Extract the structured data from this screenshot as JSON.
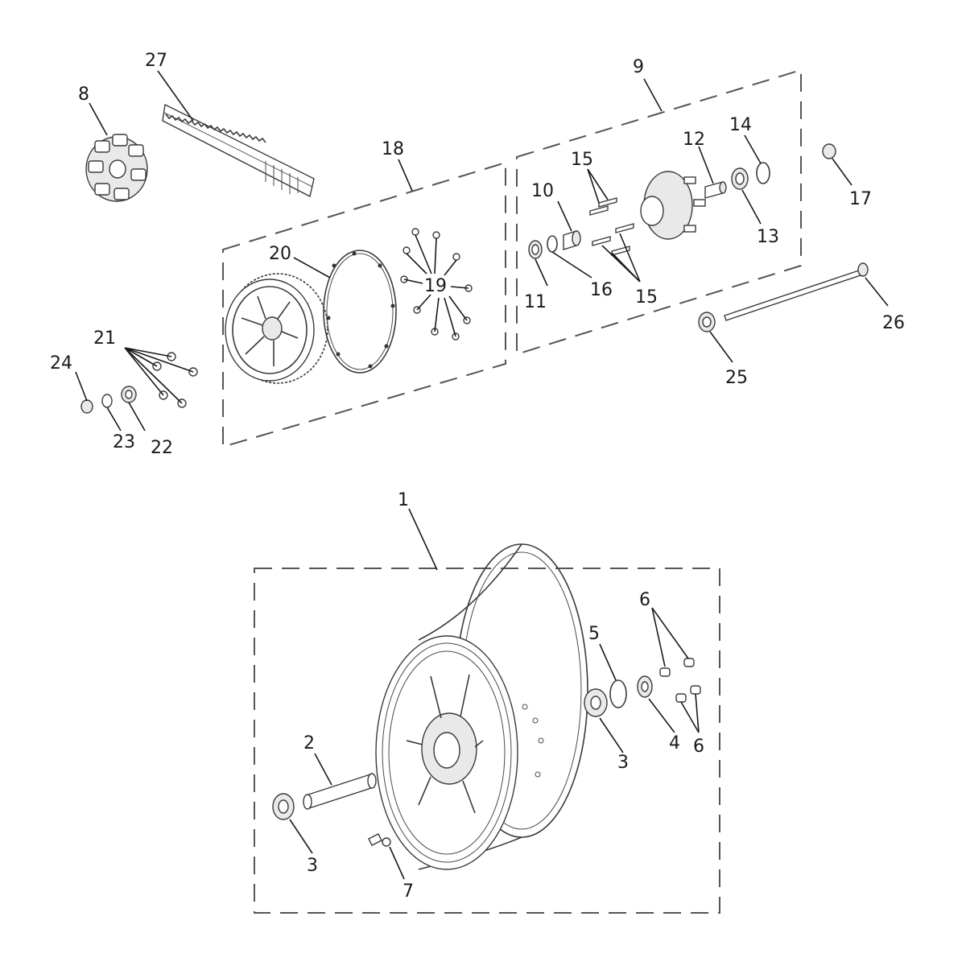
{
  "callouts": {
    "c1": "1",
    "c2": "2",
    "c3a": "3",
    "c3b": "3",
    "c4": "4",
    "c5": "5",
    "c6a": "6",
    "c6b": "6",
    "c7": "7",
    "c8": "8",
    "c9": "9",
    "c10": "10",
    "c11": "11",
    "c12": "12",
    "c13": "13",
    "c14": "14",
    "c15a": "15",
    "c15b": "15",
    "c16": "16",
    "c17": "17",
    "c18": "18",
    "c19": "19",
    "c20": "20",
    "c21": "21",
    "c22": "22",
    "c23": "23",
    "c24": "24",
    "c25": "25",
    "c26": "26",
    "c27": "27"
  }
}
